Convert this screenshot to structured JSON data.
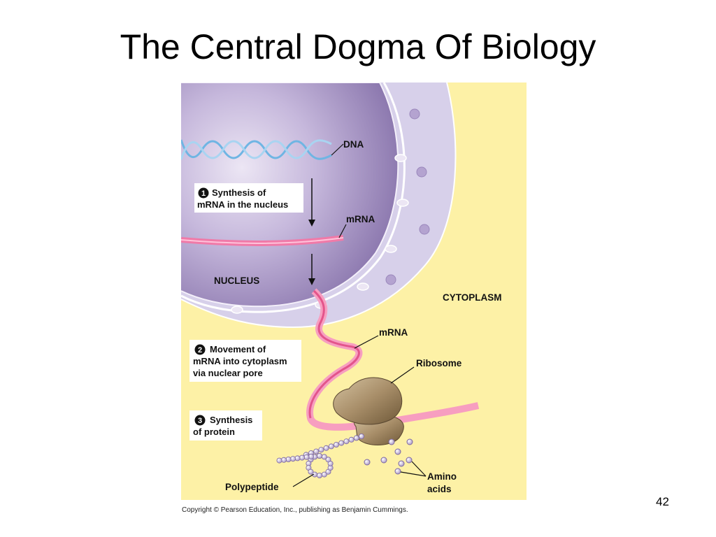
{
  "slide": {
    "title": "The Central Dogma Of Biology",
    "page_number": "42",
    "copyright": "Copyright © Pearson Education, Inc., publishing as Benjamin Cummings."
  },
  "labels": {
    "dna": "DNA",
    "mrna_nucleus": "mRNA",
    "nucleus": "NUCLEUS",
    "cytoplasm": "CYTOPLASM",
    "mrna_cytoplasm": "mRNA",
    "ribosome": "Ribosome",
    "amino_acids_line1": "Amino",
    "amino_acids_line2": "acids",
    "polypeptide": "Polypeptide"
  },
  "steps": [
    {
      "number": "1",
      "line1": "Synthesis of",
      "line2": "mRNA in the nucleus",
      "line3": ""
    },
    {
      "number": "2",
      "line1": "Movement of",
      "line2": "mRNA into cytoplasm",
      "line3": "via nuclear pore"
    },
    {
      "number": "3",
      "line1": "Synthesis",
      "line2": "of protein",
      "line3": ""
    }
  ],
  "colors": {
    "cytoplasm": "#fdf1a6",
    "nucleus": "#a996c4",
    "nuclear_envelope": "#d7d0ea",
    "dna": "#6fb5e3",
    "mrna": "#f07aa8",
    "ribosome": "#8e7556",
    "amino_acid": "#c7b3df"
  }
}
